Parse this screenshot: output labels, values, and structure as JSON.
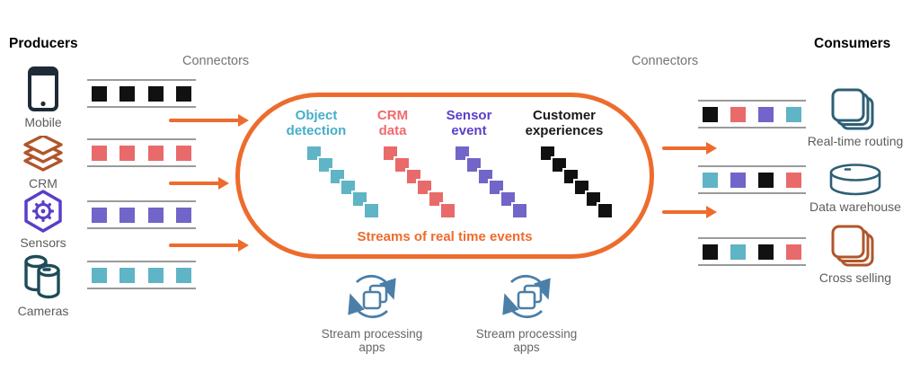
{
  "headers": {
    "producers": "Producers",
    "consumers": "Consumers"
  },
  "connectors": {
    "left": "Connectors",
    "right": "Connectors"
  },
  "colors": {
    "orange": "#ED6C2D",
    "black": "#111111",
    "red": "#E96A6A",
    "purple": "#7165C9",
    "teal": "#5FB4C5"
  },
  "producers": [
    {
      "label": "Mobile",
      "icon": "smartphone-icon",
      "stream": [
        "black",
        "black",
        "black",
        "black"
      ]
    },
    {
      "label": "CRM",
      "icon": "layers-icon",
      "stream": [
        "red",
        "red",
        "red",
        "red"
      ]
    },
    {
      "label": "Sensors",
      "icon": "gear-hexagon-icon",
      "stream": [
        "purple",
        "purple",
        "purple",
        "purple"
      ]
    },
    {
      "label": "Cameras",
      "icon": "camera-storage-icon",
      "stream": [
        "teal",
        "teal",
        "teal",
        "teal"
      ]
    }
  ],
  "bubble": {
    "caption": "Streams of real time events",
    "topics": [
      {
        "label": "Object\ndetection",
        "color": "teal",
        "label_color": "#45AEC9",
        "event_count": 6
      },
      {
        "label": "CRM\ndata",
        "color": "red",
        "label_color": "#F06A6E",
        "event_count": 6
      },
      {
        "label": "Sensor\nevent",
        "color": "purple",
        "label_color": "#5B3FC9",
        "event_count": 6
      },
      {
        "label": "Customer\nexperiences",
        "color": "black",
        "label_color": "#1A1A1A",
        "event_count": 6
      }
    ]
  },
  "stream_processors": [
    {
      "label": "Stream processing\napps"
    },
    {
      "label": "Stream processing\napps"
    }
  ],
  "consumers": [
    {
      "label": "Real-time routing",
      "icon": "stacked-pages-icon",
      "stream": [
        "black",
        "red",
        "purple",
        "teal"
      ]
    },
    {
      "label": "Data warehouse",
      "icon": "database-cylinder-icon",
      "stream": [
        "teal",
        "purple",
        "black",
        "red"
      ]
    },
    {
      "label": "Cross selling",
      "icon": "stacked-pages-icon",
      "stream": [
        "black",
        "teal",
        "black",
        "red"
      ]
    }
  ]
}
